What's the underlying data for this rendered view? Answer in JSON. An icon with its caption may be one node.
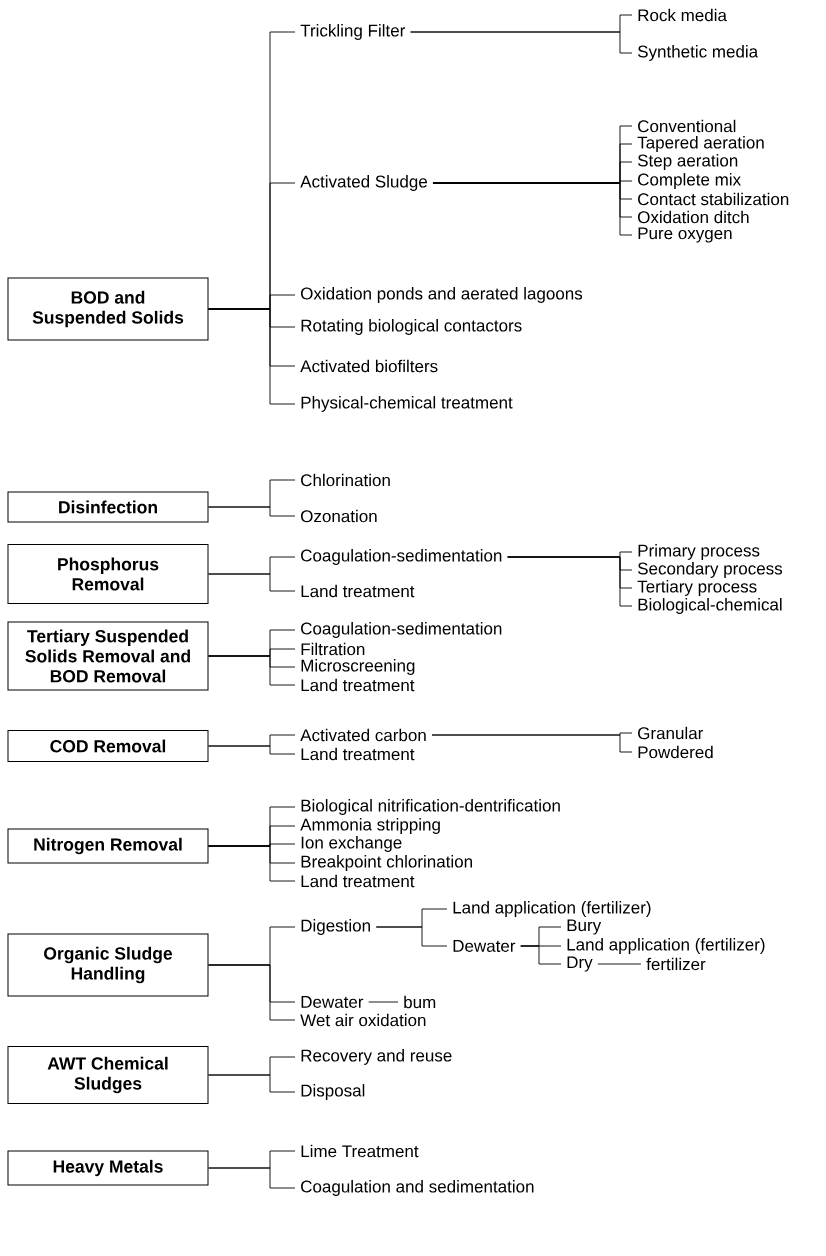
{
  "diagram": {
    "nodes": [
      {
        "text": [
          "BOD and Suspended Solids"
        ]
      },
      {
        "text": [
          "Trickling Filter"
        ]
      },
      {
        "text": [
          "Rock media"
        ]
      },
      {
        "text": [
          "Synthetic media"
        ]
      },
      {
        "text": [
          "Activated Sludge"
        ]
      },
      {
        "text": [
          "Conventional"
        ]
      },
      {
        "text": [
          "Tapered aeration"
        ]
      },
      {
        "text": [
          "Step aeration"
        ]
      },
      {
        "text": [
          "Complete mix"
        ]
      },
      {
        "text": [
          "Contact stabilization"
        ]
      },
      {
        "text": [
          "Oxidation ditch"
        ]
      },
      {
        "text": [
          "Pure oxygen"
        ]
      },
      {
        "text": [
          "Oxidation ponds and aerated lagoons"
        ]
      },
      {
        "text": [
          "Rotating biological contactors"
        ]
      },
      {
        "text": [
          "Activated biofilters"
        ]
      },
      {
        "text": [
          "Physical-chemical treatment"
        ]
      },
      {
        "text": [
          "Disinfection"
        ]
      },
      {
        "text": [
          "Chlorination"
        ]
      },
      {
        "text": [
          "Ozonation"
        ]
      },
      {
        "text": [
          "Phosphorus Removal"
        ]
      },
      {
        "text": [
          "Coagulation-sedimentation"
        ]
      },
      {
        "text": [
          "Land treatment"
        ]
      },
      {
        "text": [
          "Primary process"
        ]
      },
      {
        "text": [
          "Secondary process"
        ]
      },
      {
        "text": [
          "Tertiary process"
        ]
      },
      {
        "text": [
          "Biological-chemical"
        ]
      },
      {
        "text": [
          "Tertiary Suspended Solids Removal and BOD Removal"
        ]
      },
      {
        "text": [
          "Coagulation-sedimentation"
        ]
      },
      {
        "text": [
          "Filtration"
        ]
      },
      {
        "text": [
          "Microscreening"
        ]
      },
      {
        "text": [
          "Land treatment"
        ]
      },
      {
        "text": [
          "COD Removal"
        ]
      },
      {
        "text": [
          "Activated carbon"
        ]
      },
      {
        "text": [
          "Land treatment"
        ]
      },
      {
        "text": [
          "Granular"
        ]
      },
      {
        "text": [
          "Powdered"
        ]
      },
      {
        "text": [
          "Nitrogen Removal"
        ]
      },
      {
        "text": [
          "Biological nitrification-dentrification"
        ]
      },
      {
        "text": [
          "Ammonia stripping"
        ]
      },
      {
        "text": [
          "Ion exchange"
        ]
      },
      {
        "text": [
          "Breakpoint chlorination"
        ]
      },
      {
        "text": [
          "Land treatment"
        ]
      },
      {
        "text": [
          "Organic Sludge Handling"
        ]
      },
      {
        "text": [
          "Digestion"
        ]
      },
      {
        "text": [
          "Land application (fertilizer)"
        ]
      },
      {
        "text": [
          "Dewater"
        ]
      },
      {
        "text": [
          "Bury"
        ]
      },
      {
        "text": [
          "Land application (fertilizer)"
        ]
      },
      {
        "text": [
          "Dry"
        ]
      },
      {
        "text": [
          "fertilizer"
        ]
      },
      {
        "text": [
          "Dewater"
        ]
      },
      {
        "text": [
          "bum"
        ]
      },
      {
        "text": [
          "Wet air oxidation"
        ]
      },
      {
        "text": [
          "AWT Chemical Sludges"
        ]
      },
      {
        "text": [
          "Recovery and reuse"
        ]
      },
      {
        "text": [
          "Disposal"
        ]
      },
      {
        "text": [
          "Heavy Metals"
        ]
      },
      {
        "text": [
          "Lime Treatment"
        ]
      },
      {
        "text": [
          "Coagulation and sedimentation"
        ]
      }
    ],
    "edges": [
      {
        "from": 0,
        "to": 1,
        "arrow": "none"
      },
      {
        "from": 0,
        "to": 4,
        "arrow": "none"
      },
      {
        "from": 0,
        "to": 12,
        "arrow": "none"
      },
      {
        "from": 0,
        "to": 13,
        "arrow": "none"
      },
      {
        "from": 0,
        "to": 14,
        "arrow": "none"
      },
      {
        "from": 0,
        "to": 15,
        "arrow": "none"
      },
      {
        "from": 1,
        "to": 2,
        "arrow": "none"
      },
      {
        "from": 1,
        "to": 3,
        "arrow": "none"
      },
      {
        "from": 4,
        "to": 5,
        "arrow": "none"
      },
      {
        "from": 4,
        "to": 6,
        "arrow": "none"
      },
      {
        "from": 4,
        "to": 7,
        "arrow": "none"
      },
      {
        "from": 4,
        "to": 8,
        "arrow": "none"
      },
      {
        "from": 4,
        "to": 9,
        "arrow": "none"
      },
      {
        "from": 4,
        "to": 10,
        "arrow": "none"
      },
      {
        "from": 4,
        "to": 11,
        "arrow": "none"
      },
      {
        "from": 16,
        "to": 17,
        "arrow": "none"
      },
      {
        "from": 16,
        "to": 18,
        "arrow": "none"
      },
      {
        "from": 19,
        "to": 20,
        "arrow": "none"
      },
      {
        "from": 19,
        "to": 21,
        "arrow": "none"
      },
      {
        "from": 20,
        "to": 22,
        "arrow": "none"
      },
      {
        "from": 20,
        "to": 23,
        "arrow": "none"
      },
      {
        "from": 20,
        "to": 24,
        "arrow": "none"
      },
      {
        "from": 20,
        "to": 25,
        "arrow": "none"
      },
      {
        "from": 26,
        "to": 27,
        "arrow": "none"
      },
      {
        "from": 26,
        "to": 28,
        "arrow": "none"
      },
      {
        "from": 26,
        "to": 29,
        "arrow": "none"
      },
      {
        "from": 26,
        "to": 30,
        "arrow": "none"
      },
      {
        "from": 31,
        "to": 32,
        "arrow": "none"
      },
      {
        "from": 31,
        "to": 33,
        "arrow": "none"
      },
      {
        "from": 32,
        "to": 34,
        "arrow": "none"
      },
      {
        "from": 32,
        "to": 35,
        "arrow": "none"
      },
      {
        "from": 36,
        "to": 37,
        "arrow": "none"
      },
      {
        "from": 36,
        "to": 38,
        "arrow": "none"
      },
      {
        "from": 36,
        "to": 39,
        "arrow": "none"
      },
      {
        "from": 36,
        "to": 40,
        "arrow": "none"
      },
      {
        "from": 36,
        "to": 41,
        "arrow": "none"
      },
      {
        "from": 42,
        "to": 43,
        "arrow": "none"
      },
      {
        "from": 42,
        "to": 50,
        "arrow": "none"
      },
      {
        "from": 42,
        "to": 52,
        "arrow": "none"
      },
      {
        "from": 43,
        "to": 44,
        "arrow": "none"
      },
      {
        "from": 43,
        "to": 45,
        "arrow": "none"
      },
      {
        "from": 45,
        "to": 46,
        "arrow": "none"
      },
      {
        "from": 45,
        "to": 47,
        "arrow": "none"
      },
      {
        "from": 45,
        "to": 48,
        "arrow": "none"
      },
      {
        "from": 48,
        "to": 49,
        "arrow": "none"
      },
      {
        "from": 50,
        "to": 51,
        "arrow": "none"
      },
      {
        "from": 53,
        "to": 54,
        "arrow": "none"
      },
      {
        "from": 53,
        "to": 55,
        "arrow": "none"
      },
      {
        "from": 56,
        "to": 57,
        "arrow": "none"
      },
      {
        "from": 56,
        "to": 58,
        "arrow": "none"
      }
    ]
  }
}
